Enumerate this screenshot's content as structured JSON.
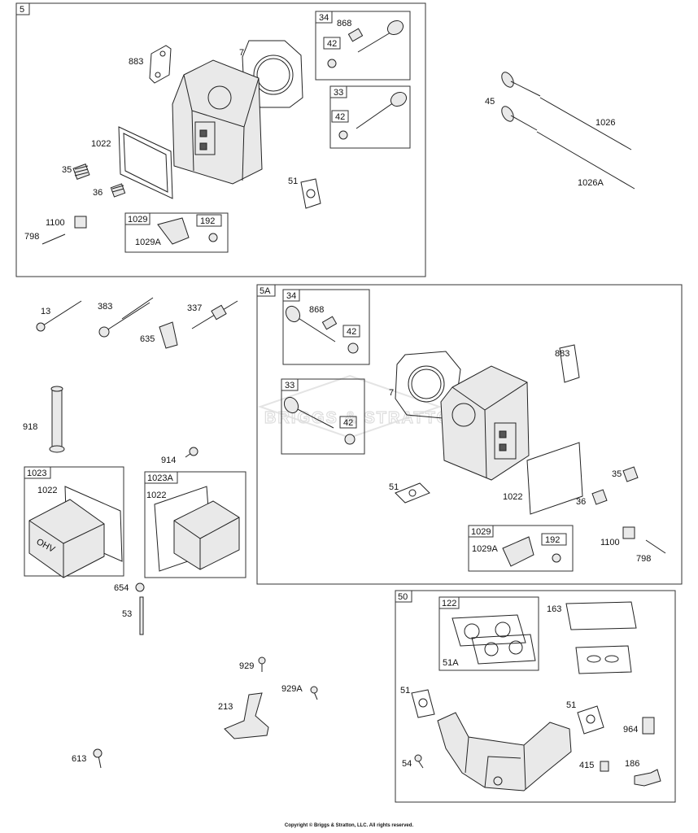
{
  "watermark": "BRIGGS & STRATTON",
  "copyright": "Copyright © Briggs & Stratton, LLC. All rights reserved.",
  "groups": [
    {
      "id": "g5",
      "tag": "5"
    },
    {
      "id": "g34a",
      "tag": "34"
    },
    {
      "id": "g33a",
      "tag": "33"
    },
    {
      "id": "g42a",
      "tag": "42"
    },
    {
      "id": "g42b",
      "tag": "42"
    },
    {
      "id": "g1029a",
      "tag": "1029"
    },
    {
      "id": "g192a",
      "tag": "192"
    },
    {
      "id": "g5A",
      "tag": "5A"
    },
    {
      "id": "g34b",
      "tag": "34"
    },
    {
      "id": "g42c",
      "tag": "42"
    },
    {
      "id": "g33b",
      "tag": "33"
    },
    {
      "id": "g42d",
      "tag": "42"
    },
    {
      "id": "g1029b",
      "tag": "1029"
    },
    {
      "id": "g192b",
      "tag": "192"
    },
    {
      "id": "g1023",
      "tag": "1023"
    },
    {
      "id": "g1023A",
      "tag": "1023A"
    },
    {
      "id": "g50",
      "tag": "50"
    },
    {
      "id": "g122",
      "tag": "122"
    }
  ],
  "labels": [
    {
      "id": "l883a",
      "text": "883"
    },
    {
      "id": "l7a",
      "text": "7"
    },
    {
      "id": "l868a",
      "text": "868"
    },
    {
      "id": "l1022a",
      "text": "1022"
    },
    {
      "id": "l35a",
      "text": "35"
    },
    {
      "id": "l36a",
      "text": "36"
    },
    {
      "id": "l51a",
      "text": "51"
    },
    {
      "id": "l1100a",
      "text": "1100"
    },
    {
      "id": "l798a",
      "text": "798"
    },
    {
      "id": "l1029Aa",
      "text": "1029A"
    },
    {
      "id": "l45",
      "text": "45"
    },
    {
      "id": "l1026",
      "text": "1026"
    },
    {
      "id": "l1026A",
      "text": "1026A"
    },
    {
      "id": "l13",
      "text": "13"
    },
    {
      "id": "l383",
      "text": "383"
    },
    {
      "id": "l337",
      "text": "337"
    },
    {
      "id": "l635",
      "text": "635"
    },
    {
      "id": "l918",
      "text": "918"
    },
    {
      "id": "l914",
      "text": "914"
    },
    {
      "id": "l1022b",
      "text": "1022"
    },
    {
      "id": "l1022c",
      "text": "1022"
    },
    {
      "id": "l654",
      "text": "654"
    },
    {
      "id": "l53",
      "text": "53"
    },
    {
      "id": "l929",
      "text": "929"
    },
    {
      "id": "l929A",
      "text": "929A"
    },
    {
      "id": "l213",
      "text": "213"
    },
    {
      "id": "l613",
      "text": "613"
    },
    {
      "id": "l868b",
      "text": "868"
    },
    {
      "id": "l883b",
      "text": "883"
    },
    {
      "id": "l7b",
      "text": "7"
    },
    {
      "id": "l51b",
      "text": "51"
    },
    {
      "id": "l1022d",
      "text": "1022"
    },
    {
      "id": "l35b",
      "text": "35"
    },
    {
      "id": "l36b",
      "text": "36"
    },
    {
      "id": "l1029Ab",
      "text": "1029A"
    },
    {
      "id": "l1100b",
      "text": "1100"
    },
    {
      "id": "l798b",
      "text": "798"
    },
    {
      "id": "l163",
      "text": "163"
    },
    {
      "id": "l51A",
      "text": "51A"
    },
    {
      "id": "l51c",
      "text": "51"
    },
    {
      "id": "l51d",
      "text": "51"
    },
    {
      "id": "l964",
      "text": "964"
    },
    {
      "id": "l54",
      "text": "54"
    },
    {
      "id": "l415",
      "text": "415"
    },
    {
      "id": "l186",
      "text": "186"
    }
  ],
  "badges": {
    "ohv": "OHV"
  }
}
